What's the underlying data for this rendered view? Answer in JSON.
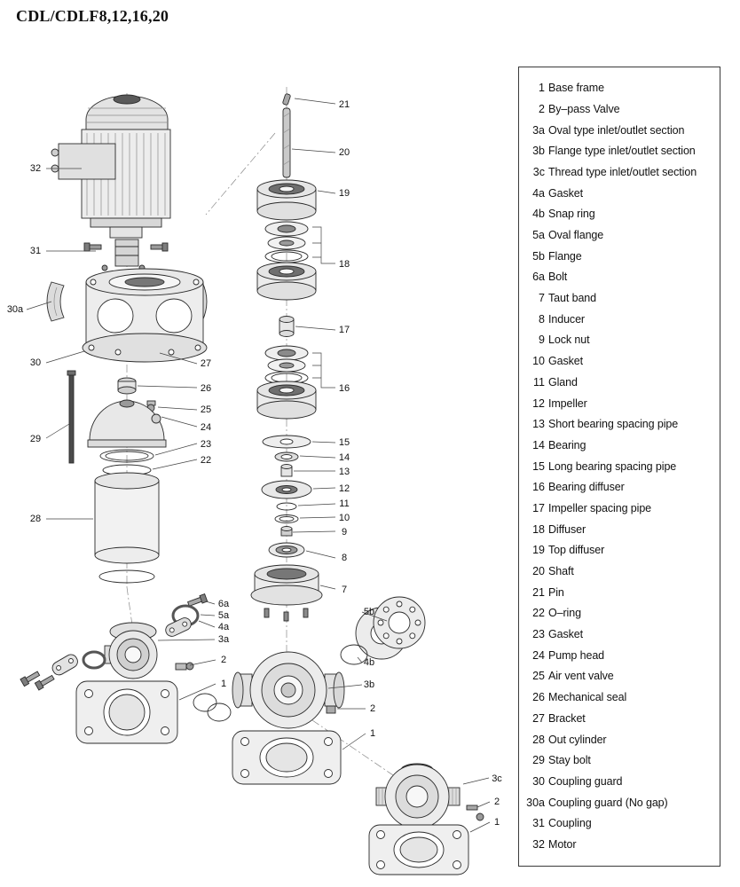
{
  "title": "CDL/CDLF8,12,16,20",
  "parts_list": {
    "items": [
      {
        "num": "1",
        "label": "Base frame"
      },
      {
        "num": "2",
        "label": "By–pass Valve"
      },
      {
        "num": "3a",
        "label": "Oval type inlet/outlet section"
      },
      {
        "num": "3b",
        "label": "Flange type inlet/outlet section"
      },
      {
        "num": "3c",
        "label": "Thread type inlet/outlet section"
      },
      {
        "num": "4a",
        "label": "Gasket"
      },
      {
        "num": "4b",
        "label": "Snap ring"
      },
      {
        "num": "5a",
        "label": "Oval flange"
      },
      {
        "num": "5b",
        "label": "Flange"
      },
      {
        "num": "6a",
        "label": "Bolt"
      },
      {
        "num": "7",
        "label": "Taut band"
      },
      {
        "num": "8",
        "label": "Inducer"
      },
      {
        "num": "9",
        "label": "Lock nut"
      },
      {
        "num": "10",
        "label": "Gasket"
      },
      {
        "num": "11",
        "label": "Gland"
      },
      {
        "num": "12",
        "label": "Impeller"
      },
      {
        "num": "13",
        "label": "Short bearing spacing pipe"
      },
      {
        "num": "14",
        "label": "Bearing"
      },
      {
        "num": "15",
        "label": "Long bearing spacing pipe"
      },
      {
        "num": "16",
        "label": "Bearing diffuser"
      },
      {
        "num": "17",
        "label": "Impeller spacing pipe"
      },
      {
        "num": "18",
        "label": "Diffuser"
      },
      {
        "num": "19",
        "label": "Top diffuser"
      },
      {
        "num": "20",
        "label": "Shaft"
      },
      {
        "num": "21",
        "label": "Pin"
      },
      {
        "num": "22",
        "label": "O–ring"
      },
      {
        "num": "23",
        "label": "Gasket"
      },
      {
        "num": "24",
        "label": "Pump head"
      },
      {
        "num": "25",
        "label": "Air vent valve"
      },
      {
        "num": "26",
        "label": "Mechanical seal"
      },
      {
        "num": "27",
        "label": "Bracket"
      },
      {
        "num": "28",
        "label": "Out cylinder"
      },
      {
        "num": "29",
        "label": "Stay bolt"
      },
      {
        "num": "30",
        "label": "Coupling guard"
      },
      {
        "num": "30a",
        "label": "Coupling guard (No gap)"
      },
      {
        "num": "31",
        "label": "Coupling"
      },
      {
        "num": "32",
        "label": "Motor"
      }
    ]
  },
  "diagram": {
    "callouts": [
      "32",
      "31",
      "30a",
      "30",
      "29",
      "28",
      "27",
      "26",
      "25",
      "24",
      "23",
      "22",
      "21",
      "20",
      "19",
      "18",
      "17",
      "16",
      "15",
      "14",
      "13",
      "12",
      "11",
      "10",
      "9",
      "8",
      "7",
      "6a",
      "5a",
      "4a",
      "3a",
      "2",
      "1",
      "5b",
      "4b",
      "3b",
      "2",
      "1",
      "3c",
      "2",
      "1"
    ]
  }
}
